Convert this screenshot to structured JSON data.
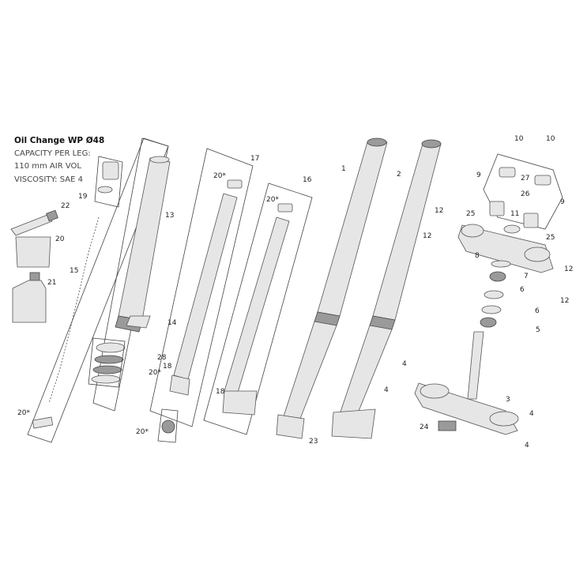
{
  "info": {
    "title": "Oil Change WP Ø48",
    "line1": "CAPACITY PER LEG:",
    "line2": "110 mm AIR VOL",
    "line3": "VISCOSITY: SAE 4"
  },
  "callouts": [
    "10",
    "10",
    "9",
    "9",
    "27",
    "26",
    "12",
    "12",
    "25",
    "25",
    "11",
    "8",
    "7",
    "6",
    "6",
    "5",
    "12",
    "12",
    "4",
    "4",
    "3",
    "4",
    "4",
    "24",
    "23",
    "1",
    "2",
    "17",
    "16",
    "20*",
    "20*",
    "13",
    "14",
    "28",
    "20*",
    "18",
    "18",
    "20*",
    "19",
    "22",
    "20",
    "21",
    "15",
    "20*"
  ]
}
